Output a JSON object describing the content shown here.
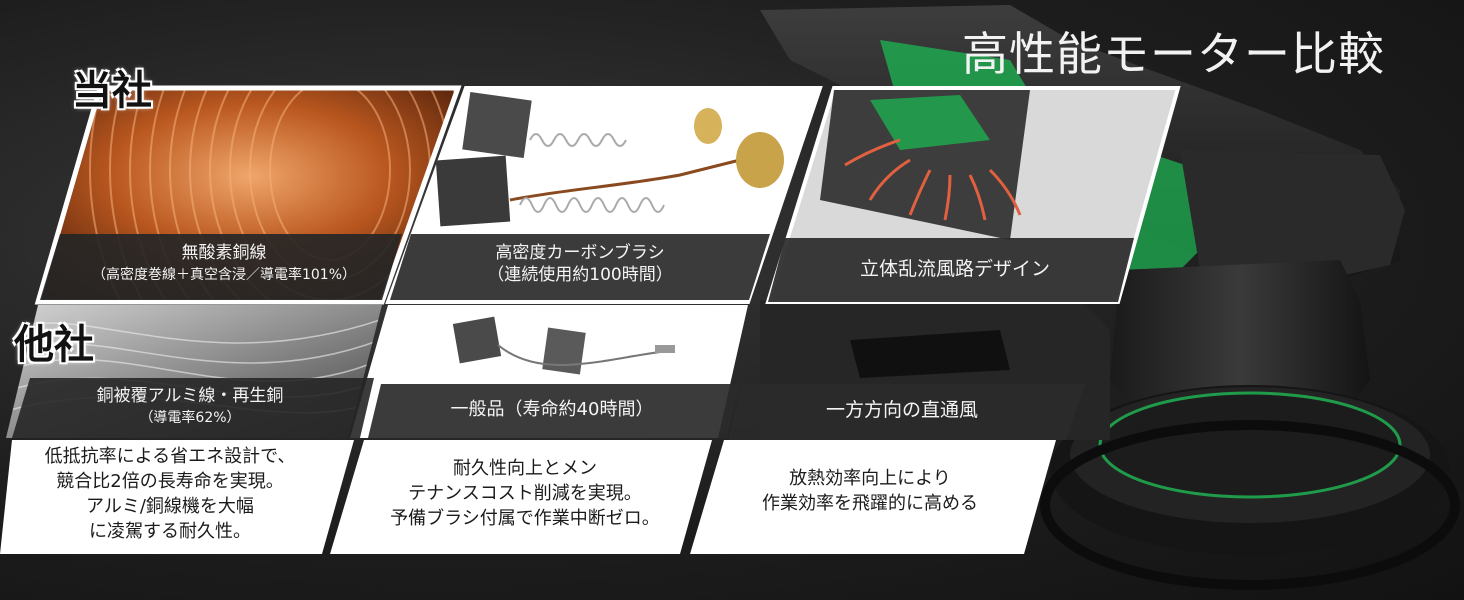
{
  "title": "高性能モーター比較",
  "brand_ours": "当社",
  "brand_theirs": "他社",
  "ours": {
    "col1": {
      "label": "無酸素銅線",
      "sub": "（高密度巻線＋真空含浸／導電率101%）"
    },
    "col2": {
      "label": "高密度カーボンブラシ",
      "sub": "（連続使用約100時間）"
    },
    "col3": {
      "label": "立体乱流風路デザイン"
    }
  },
  "theirs": {
    "col1": {
      "label": "銅被覆アルミ線・再生銅",
      "sub": "（導電率62%）"
    },
    "col2": {
      "label": "一般品（寿命約40時間）"
    },
    "col3": {
      "label": "一方方向の直通風"
    }
  },
  "descriptions": {
    "col1": [
      "低抵抗率による省エネ設計で、",
      "競合比2倍の長寿命を実現。",
      "アルミ/銅線機を大幅",
      "に凌駕する耐久性。"
    ],
    "col2": [
      "耐久性向上とメン",
      "テナンスコスト削減を実現。",
      "予備ブラシ付属で作業中断ゼロ。"
    ],
    "col3": [
      "放熱効率向上により",
      "作業効率を飛躍的に高める"
    ]
  },
  "colors": {
    "accent_green": "#1fa84f",
    "copper": "#c86a2c",
    "panel_white": "#ffffff",
    "label_bar": "#2a2a2a"
  }
}
